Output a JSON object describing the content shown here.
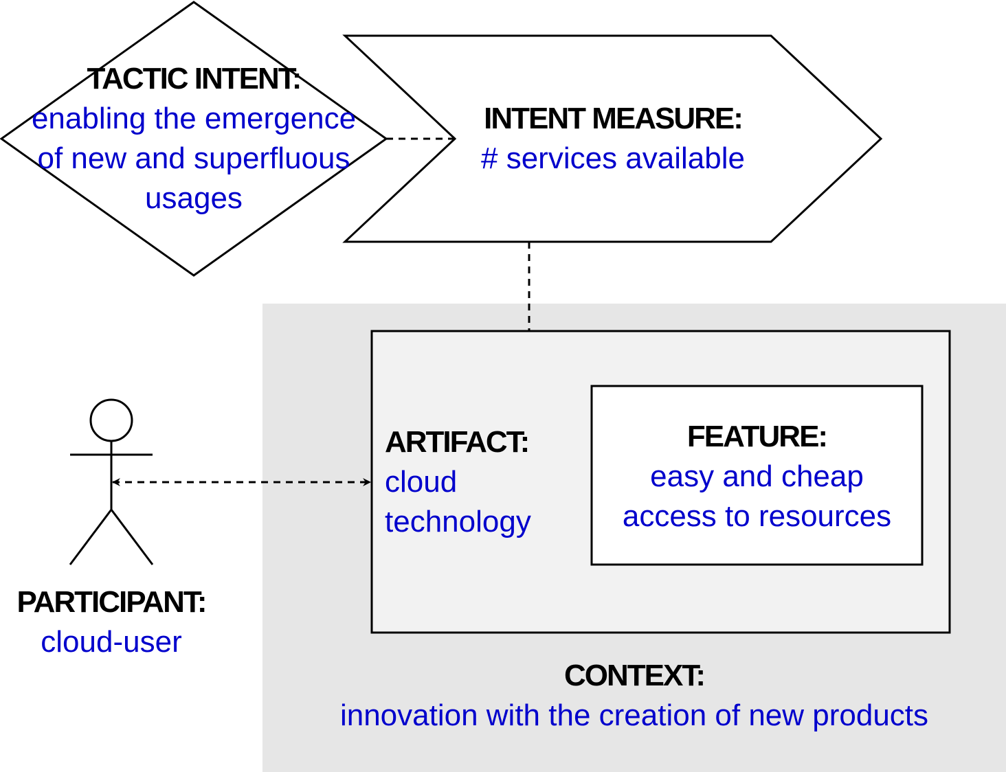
{
  "colors": {
    "text_heading": "#000000",
    "text_value": "#0000cc",
    "context_fill": "#e6e6e6",
    "artifact_fill": "#f2f2f2",
    "stroke": "#000000"
  },
  "tactic_intent": {
    "heading": "TACTIC INTENT:",
    "text_lines": [
      "enabling the emergence",
      "of new and superfluous",
      "usages"
    ]
  },
  "intent_measure": {
    "heading": "INTENT MEASURE:",
    "text": "# services available"
  },
  "artifact": {
    "heading": "ARTIFACT:",
    "text_lines": [
      "cloud",
      "technology"
    ]
  },
  "feature": {
    "heading": "FEATURE:",
    "text_lines": [
      "easy and cheap",
      "access to resources"
    ]
  },
  "participant": {
    "heading": "PARTICIPANT:",
    "text": "cloud-user"
  },
  "context": {
    "heading": "CONTEXT:",
    "text": "innovation with the creation of new products"
  }
}
